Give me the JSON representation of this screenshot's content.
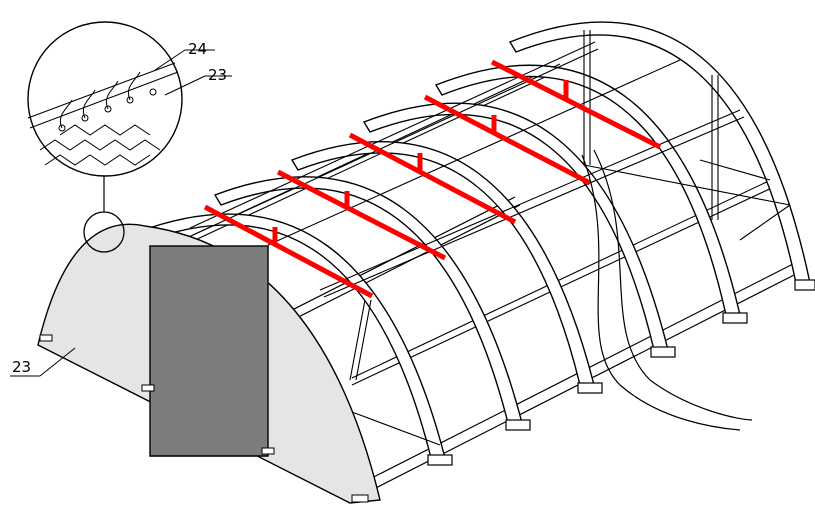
{
  "labels": {
    "callout_top": "24",
    "callout_mid": "23",
    "callout_bottom": "23"
  },
  "colors": {
    "line": "#000000",
    "frame_fill": "#ffffff",
    "end_wall": "#e5e5e5",
    "door": "#7d7d7d",
    "beam": "#ff0000"
  }
}
